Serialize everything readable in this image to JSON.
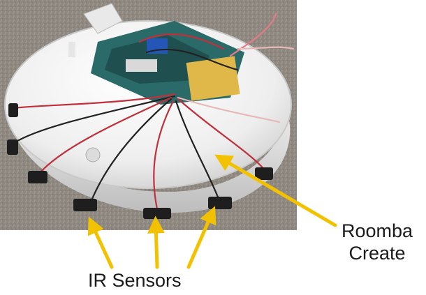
{
  "labels": {
    "roomba_line1": "Roomba",
    "roomba_line2": "Create",
    "ir_sensors": "IR Sensors"
  },
  "colors": {
    "arrow": "#f2c200",
    "carpet": "#8f8a82",
    "robot_body": "#f4f4f4",
    "circuit_board": "#2a6b6a",
    "wire_red": "#c0303a"
  }
}
